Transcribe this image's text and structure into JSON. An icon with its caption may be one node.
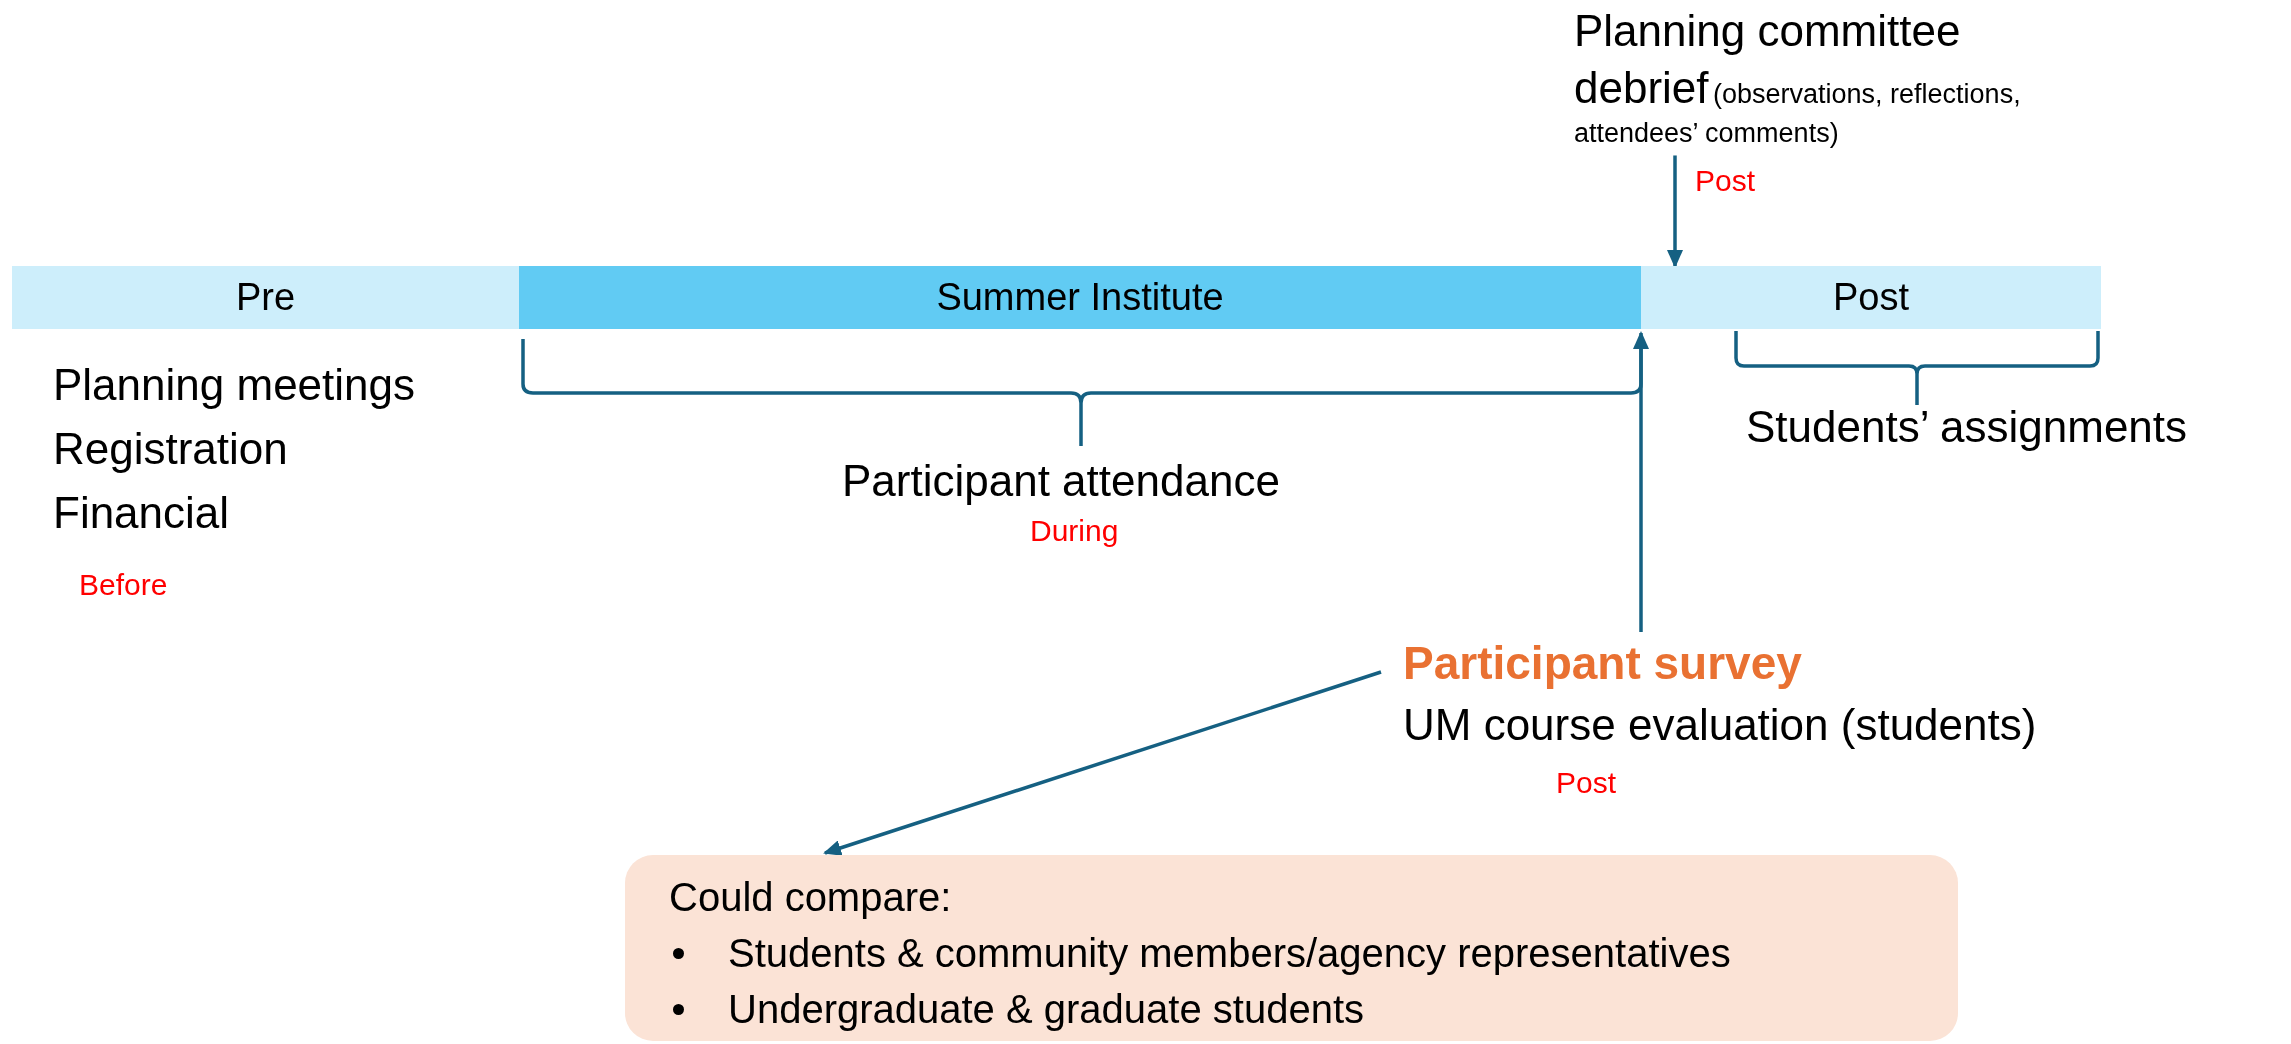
{
  "diagram": {
    "nodes": [
      {
        "text": [
          "Pre"
        ]
      },
      {
        "text": [
          "Summer Institute"
        ]
      },
      {
        "text": [
          "Post"
        ]
      },
      {
        "text": [
          "Planning committee debrief",
          "(observations, reflections, attendees’ comments)"
        ],
        "beside": [
          "Post"
        ]
      },
      {
        "text": [
          "Participant survey",
          "UM course evaluation (students)"
        ],
        "beside": [
          "Post"
        ]
      },
      {
        "text": [
          "Could compare:",
          "Students & community members/agency representatives",
          "Undergraduate & graduate students"
        ]
      }
    ],
    "edges": [
      {
        "from": 3,
        "to": 2,
        "arrow": "to"
      },
      {
        "from": 4,
        "to": 1,
        "arrow": "to"
      },
      {
        "from": 4,
        "to": 5,
        "arrow": "to"
      }
    ],
    "labels": [
      "Planning meetings",
      "Registration",
      "Financial",
      "Before",
      "Participant attendance",
      "During",
      "Students’ assignments"
    ]
  }
}
